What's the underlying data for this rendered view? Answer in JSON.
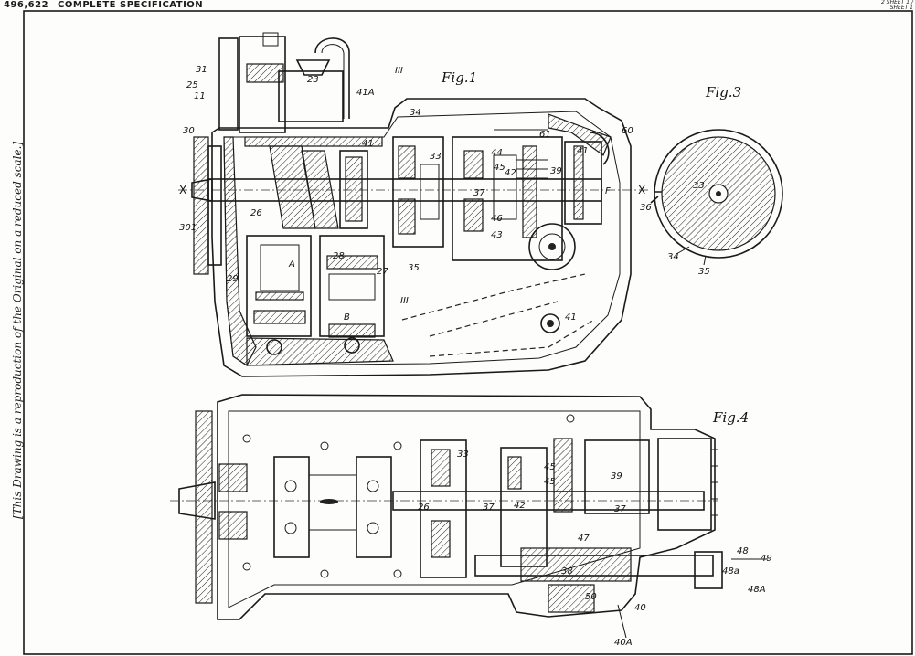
{
  "header": {
    "patent_number": "496,622",
    "title": "COMPLETE SPECIFICATION",
    "sheet_note": "2 SHEET 1 / SHEET 1"
  },
  "side_note": "[This Drawing is a reproduction of the Original on a reduced scale.]",
  "figures": {
    "fig1": {
      "title": "Fig.1",
      "refs": [
        "31",
        "25",
        "11",
        "23",
        "41A",
        "III",
        "34",
        "60",
        "30",
        "41",
        "33",
        "44",
        "61",
        "41",
        "45",
        "39",
        "42",
        "37",
        "F",
        "301",
        "26",
        "46",
        "43",
        "28",
        "A",
        "29",
        "27",
        "35",
        "III",
        "B",
        "41",
        "X",
        "X"
      ]
    },
    "fig3": {
      "title": "Fig.3",
      "refs": [
        "33",
        "36",
        "34",
        "35"
      ]
    },
    "fig4": {
      "title": "Fig.4",
      "refs": [
        "33",
        "45",
        "45",
        "39",
        "26",
        "37",
        "42",
        "37",
        "47",
        "38",
        "48",
        "49",
        "48a",
        "48A",
        "50",
        "40",
        "40A"
      ]
    }
  }
}
